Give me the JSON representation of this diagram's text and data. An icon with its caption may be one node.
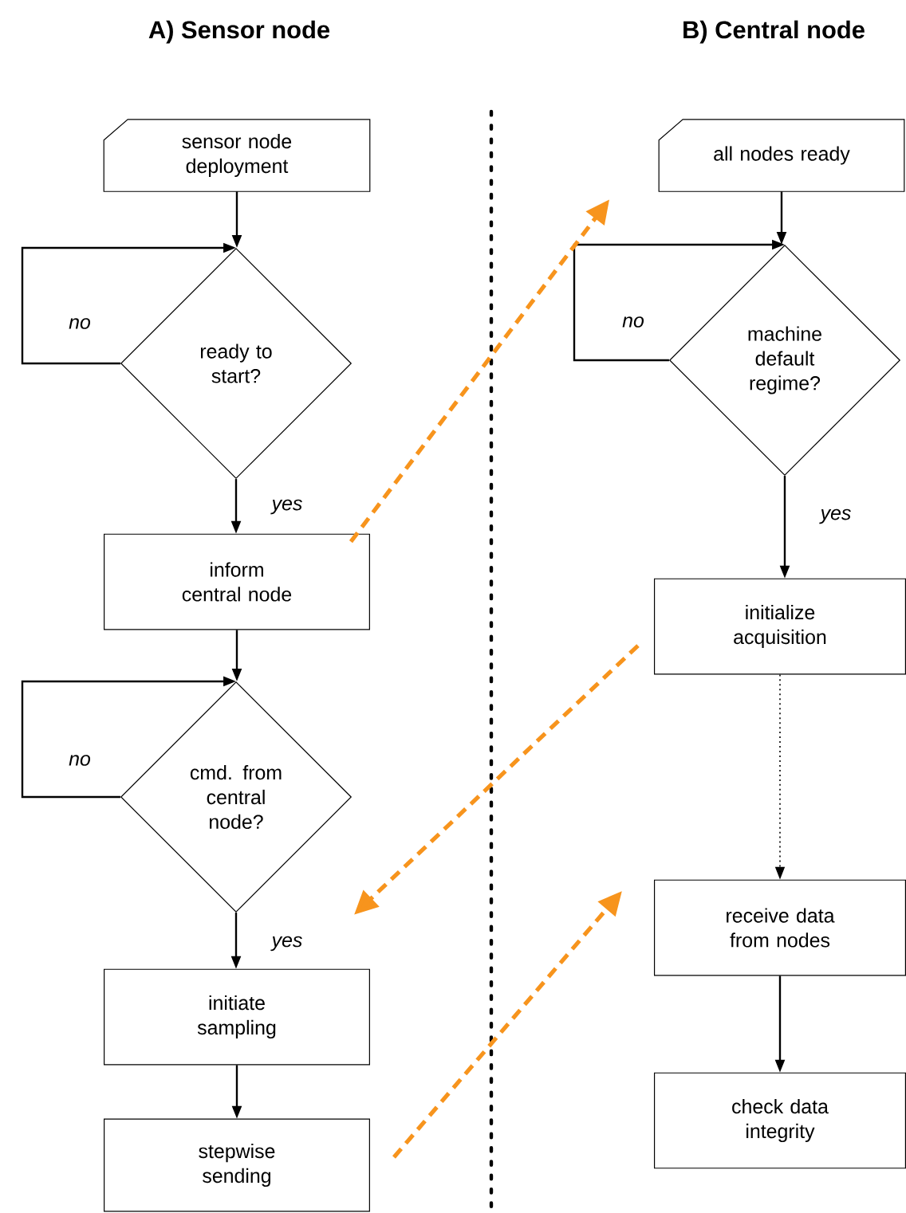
{
  "diagram": {
    "nodes": [
      {
        "text": [
          "sensor node deployment"
        ]
      },
      {
        "text": [
          "ready to start?"
        ]
      },
      {
        "text": [
          "inform central node"
        ]
      },
      {
        "text": [
          "cmd. from central node?"
        ]
      },
      {
        "text": [
          "initiate sampling"
        ]
      },
      {
        "text": [
          "stepwise sending"
        ]
      },
      {
        "text": [
          "all nodes ready"
        ]
      },
      {
        "text": [
          "machine default regime?"
        ]
      },
      {
        "text": [
          "initialize acquisition"
        ]
      },
      {
        "text": [
          "receive data from nodes"
        ]
      },
      {
        "text": [
          "check data integrity"
        ]
      }
    ],
    "edges": [
      {
        "from": 0,
        "to": 1,
        "arrow": "to"
      },
      {
        "from": 1,
        "to": 1,
        "arrow": "to",
        "label": "no"
      },
      {
        "from": 1,
        "to": 2,
        "arrow": "to",
        "label": "yes"
      },
      {
        "from": 2,
        "to": 3,
        "arrow": "to"
      },
      {
        "from": 3,
        "to": 3,
        "arrow": "to",
        "label": "no"
      },
      {
        "from": 3,
        "to": 4,
        "arrow": "to",
        "label": "yes"
      },
      {
        "from": 4,
        "to": 5,
        "arrow": "to"
      },
      {
        "from": 6,
        "to": 7,
        "arrow": "to"
      },
      {
        "from": 7,
        "to": 7,
        "arrow": "to",
        "label": "no"
      },
      {
        "from": 7,
        "to": 8,
        "arrow": "to",
        "label": "yes"
      },
      {
        "from": 8,
        "to": 9,
        "arrow": "to",
        "style": "dashed"
      },
      {
        "from": 9,
        "to": 10,
        "arrow": "to"
      },
      {
        "from": 2,
        "to": 6,
        "arrow": "to",
        "style": "dashed",
        "color": "#f7941d"
      },
      {
        "from": 8,
        "to": 4,
        "arrow": "to",
        "style": "dashed",
        "color": "#f7941d"
      },
      {
        "from": 5,
        "to": 9,
        "arrow": "to",
        "style": "dashed",
        "color": "#f7941d"
      }
    ],
    "labels": [
      "A) Sensor node",
      "B) Central node"
    ]
  }
}
